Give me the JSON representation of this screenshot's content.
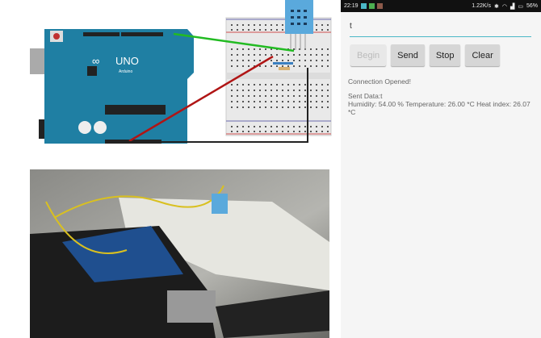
{
  "statusbar": {
    "time": "22:19",
    "net_speed": "1.22K/s",
    "battery": "56%"
  },
  "input": {
    "value": "t"
  },
  "buttons": {
    "begin": "Begin",
    "send": "Send",
    "stop": "Stop",
    "clear": "Clear"
  },
  "log": {
    "status": "Connection Opened!",
    "sent": "Sent Data:t",
    "reading": "Humidity: 54.00 % Temperature: 26.00 *C Heat index: 26.07 *C"
  },
  "diagram": {
    "board_label": "UNO",
    "brand": "Arduino"
  },
  "colors": {
    "board": "#1f7fa3",
    "accent": "#4bb7c6",
    "wire_green": "#22bb22",
    "wire_red": "#b01515",
    "sensor": "#5aa9dc"
  }
}
